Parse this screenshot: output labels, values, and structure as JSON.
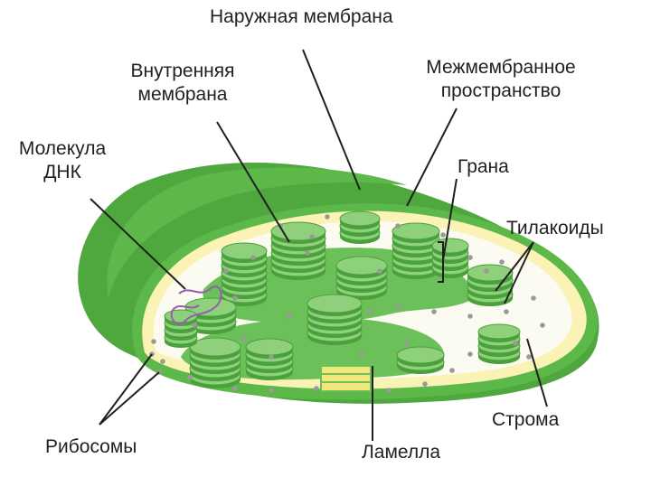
{
  "labels": {
    "outer_membrane": "Наружная мембрана",
    "inner_membrane_1": "Внутренняя",
    "inner_membrane_2": "мембрана",
    "intermembrane_1": "Межмембранное",
    "intermembrane_2": "пространство",
    "dna_1": "Молекула",
    "dna_2": "ДНК",
    "granum": "Грана",
    "thylakoids": "Тилакоиды",
    "stroma": "Строма",
    "ribosomes": "Рибосомы",
    "lamella": "Ламелла"
  },
  "colors": {
    "outer_dark": "#4ea83e",
    "outer_mid": "#5db84a",
    "membrane_yellow": "#fbf3b5",
    "stroma_bg": "#fbfbf2",
    "thylakoid_top": "#8ed07c",
    "thylakoid_side": "#4aa03a",
    "lamella": "#6cc05a",
    "ribosome": "#9a9a9a",
    "dna": "#9a5cb0"
  }
}
